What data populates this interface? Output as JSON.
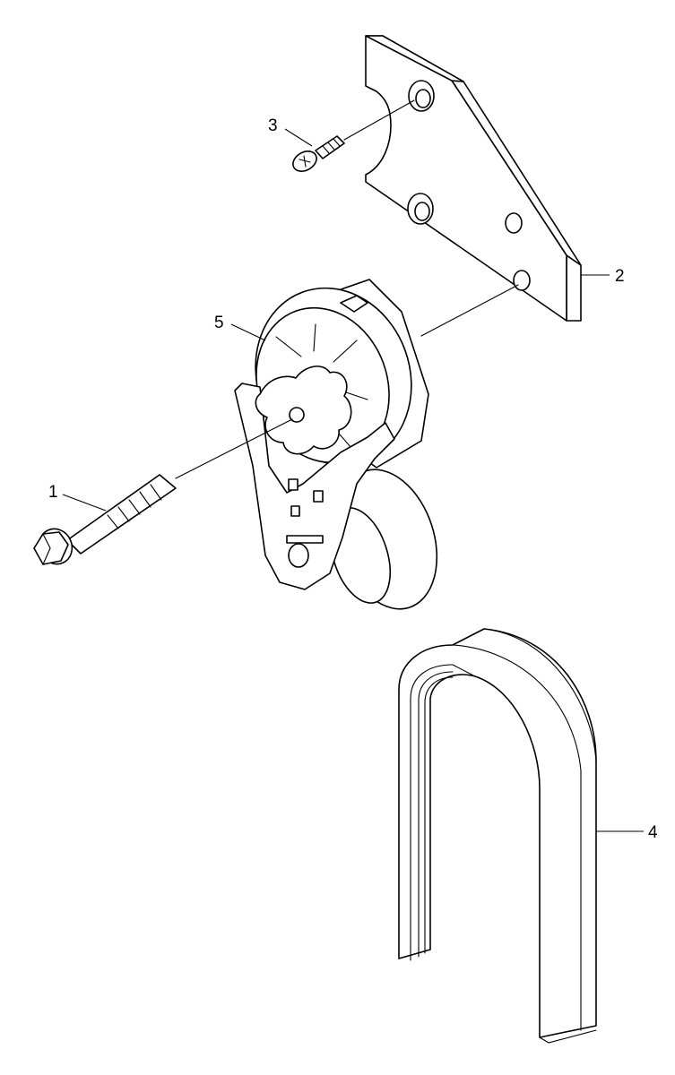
{
  "diagram": {
    "callouts": [
      {
        "id": "1",
        "label": "1"
      },
      {
        "id": "2",
        "label": "2"
      },
      {
        "id": "3",
        "label": "3"
      },
      {
        "id": "4",
        "label": "4"
      },
      {
        "id": "5",
        "label": "5"
      }
    ],
    "line_color": "#000000",
    "background": "#ffffff"
  }
}
